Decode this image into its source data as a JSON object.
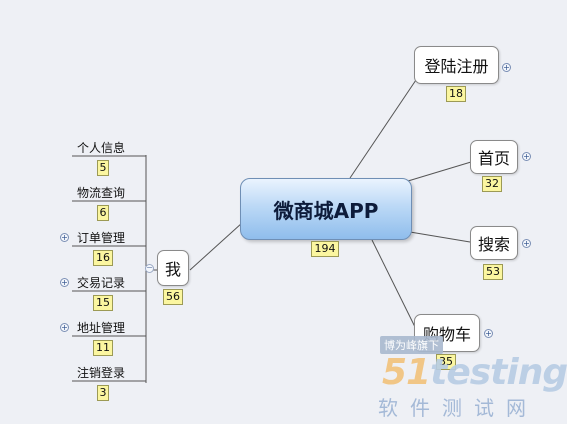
{
  "central": {
    "label": "微商城APP",
    "count": "194"
  },
  "right_branches": [
    {
      "label": "登陆注册",
      "count": "18"
    },
    {
      "label": "首页",
      "count": "32"
    },
    {
      "label": "搜索",
      "count": "53"
    },
    {
      "label": "购物车",
      "count": "35"
    }
  ],
  "me": {
    "label": "我",
    "count": "56"
  },
  "me_children": [
    {
      "label": "个人信息",
      "count": "5"
    },
    {
      "label": "物流查询",
      "count": "6"
    },
    {
      "label": "订单管理",
      "count": "16"
    },
    {
      "label": "交易记录",
      "count": "15"
    },
    {
      "label": "地址管理",
      "count": "11"
    },
    {
      "label": "注销登录",
      "count": "3"
    }
  ],
  "watermark": {
    "tag": "博为峰旗下",
    "logo_num": "51",
    "logo_text": "testing",
    "subtitle": "软件测试网"
  },
  "colors": {
    "central_fill": "#8fbdec",
    "badge_fill": "#fbf6a0",
    "line": "#555555"
  }
}
